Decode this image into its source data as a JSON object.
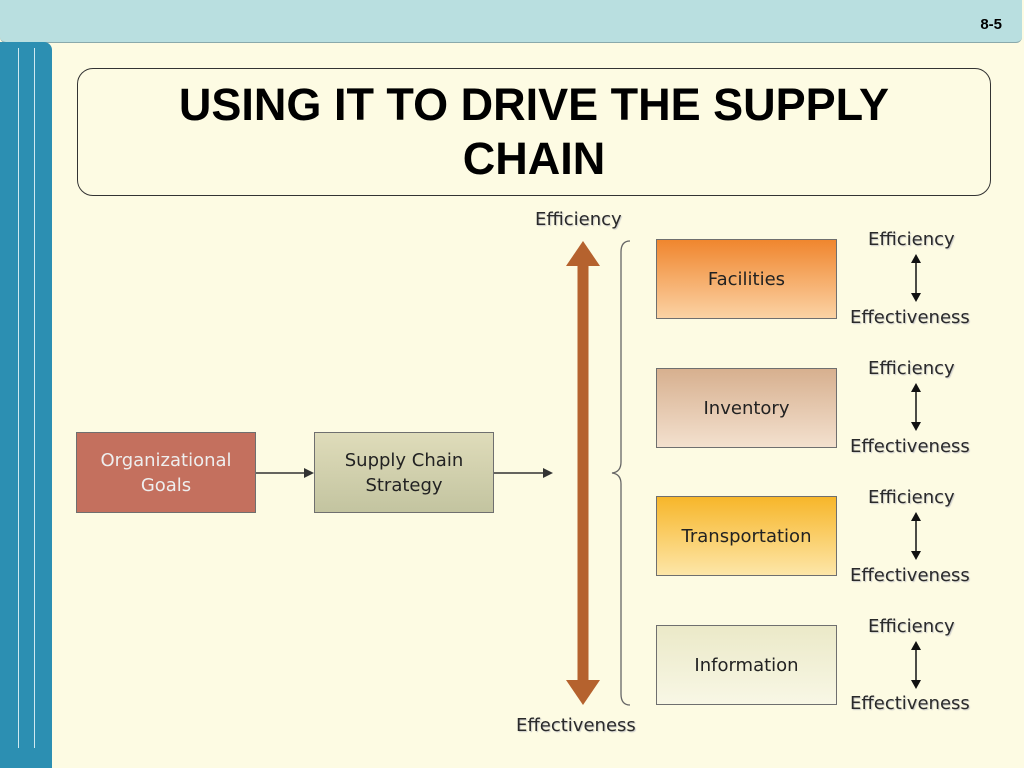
{
  "slide": {
    "number": "8-5",
    "title": "USING IT TO DRIVE THE SUPPLY CHAIN"
  },
  "diagram": {
    "goals_box": "Organizational Goals",
    "strategy_box": "Supply Chain Strategy",
    "axis": {
      "top_label": "Efficiency",
      "bottom_label": "Effectiveness"
    },
    "drivers": [
      {
        "name": "Facilities",
        "top_label": "Efficiency",
        "bottom_label": "Effectiveness"
      },
      {
        "name": "Inventory",
        "top_label": "Efficiency",
        "bottom_label": "Effectiveness"
      },
      {
        "name": "Transportation",
        "top_label": "Efficiency",
        "bottom_label": "Effectiveness"
      },
      {
        "name": "Information",
        "top_label": "Efficiency",
        "bottom_label": "Effectiveness"
      }
    ]
  },
  "colors": {
    "background": "#fdfbe3",
    "top_bar": "#b9dfe0",
    "side_bar": "#2c8fb2",
    "axis_arrow": "#b5622e",
    "goals_box": "#c4705e",
    "strategy_box": "#d2d1ae",
    "facilities_box": "#f0862e",
    "inventory_box": "#e3c4a8",
    "transportation_box": "#f7b62a",
    "information_box": "#f1efd6"
  }
}
